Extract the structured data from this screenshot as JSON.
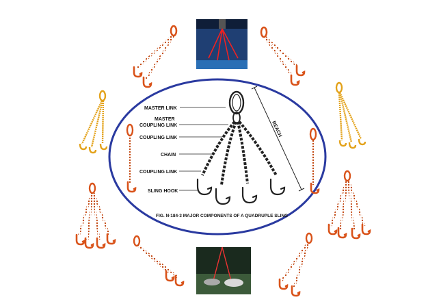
{
  "diagram": {
    "labels": {
      "master_link": "MASTER LINK",
      "master_coupling_line1": "MASTER",
      "master_coupling_line2": "COUPLING LINK",
      "coupling_link_top": "COUPLING LINK",
      "chain": "CHAIN",
      "coupling_link_bottom": "COUPLING LINK",
      "sling_hook": "SLING HOOK",
      "reach": "REACH"
    },
    "caption": "FIG. N-184-3 MAJOR COMPONENTS OF A QUADRUPLE SLING"
  },
  "colors": {
    "ellipse_border": "#2a3aa0",
    "sling_chain": "#d9531a",
    "sling_gold": "#e3a21a",
    "photo_top_bg": "#1f3f73",
    "photo_bottom_bg": "#1a2a1e"
  },
  "icons": [
    "single-leg-sling-icon",
    "double-leg-sling-icon",
    "triple-leg-sling-icon",
    "quad-leg-sling-icon",
    "quad-sling-diagram-icon"
  ]
}
